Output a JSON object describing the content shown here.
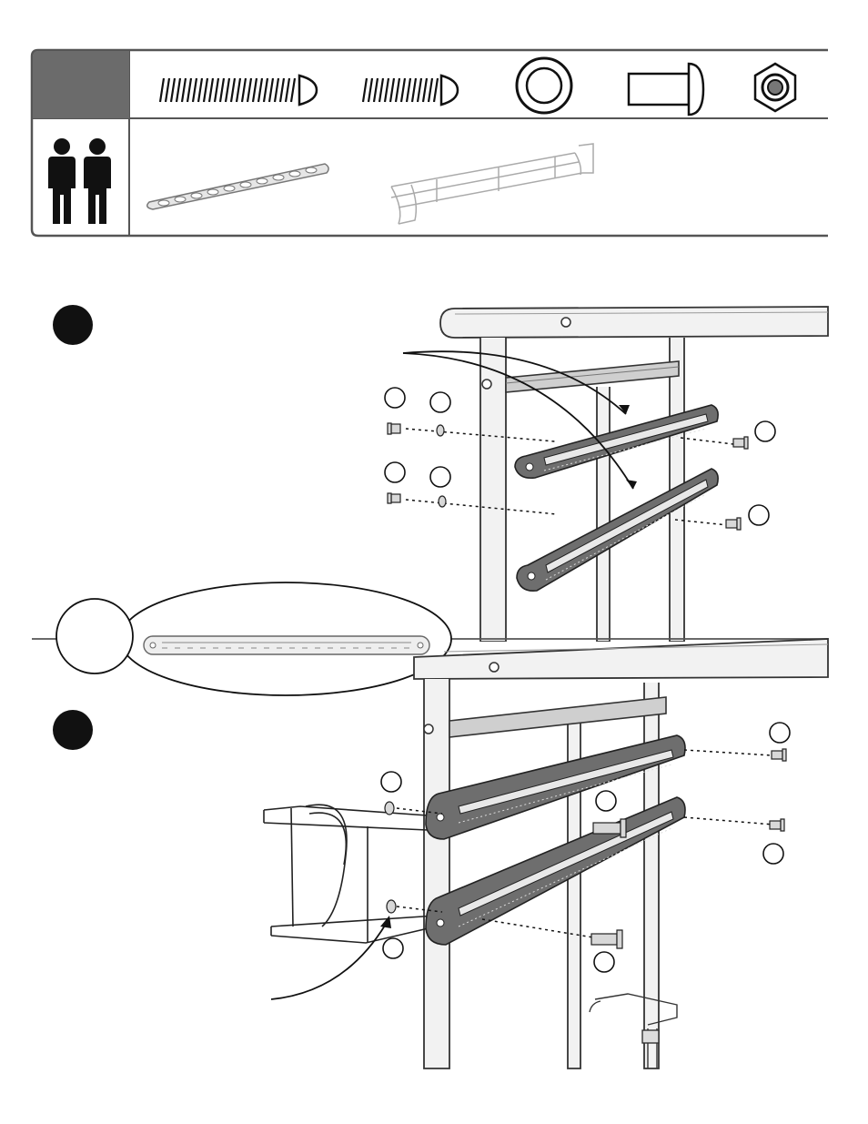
{
  "page": {
    "background": "#ffffff",
    "ink": "#111111",
    "panel_header": "#6b6b6b",
    "panel_border": "#555555"
  },
  "parts_panel": {
    "hardware": [
      {
        "icon": "long-bolt-icon"
      },
      {
        "icon": "short-bolt-icon"
      },
      {
        "icon": "washer-icon"
      },
      {
        "icon": "barrel-nut-icon"
      },
      {
        "icon": "hex-nut-icon"
      }
    ],
    "people_icon": "two-people-icon",
    "parts": [
      {
        "icon": "ladder-rail-icon"
      },
      {
        "icon": "wire-basket-frame-icon"
      }
    ]
  },
  "steps": [
    {
      "marker": "step-1-marker"
    },
    {
      "marker": "step-2-marker"
    }
  ],
  "callout_circles_step1": [
    {},
    {},
    {},
    {},
    {},
    {}
  ],
  "callout_circles_step2": [
    {},
    {},
    {},
    {},
    {},
    {},
    {}
  ],
  "detail_callout": {
    "label_circle": "detail-label-circle"
  }
}
